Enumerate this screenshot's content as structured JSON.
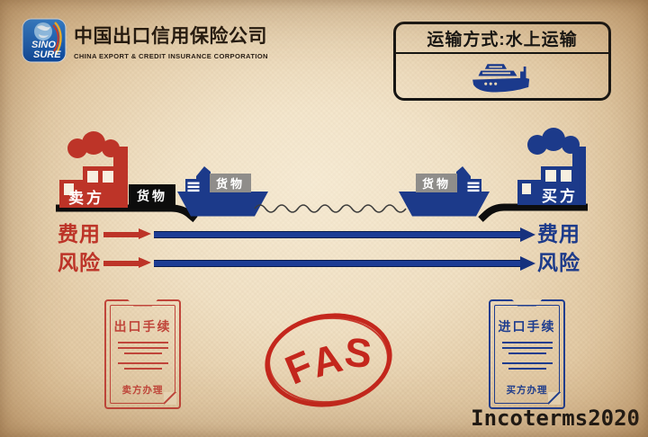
{
  "header": {
    "logo_line1": "SINO",
    "logo_line2": "SURE",
    "company_cn": "中国出口信用保险公司",
    "company_en": "CHINA EXPORT & CREDIT INSURANCE CORPORATION"
  },
  "transport_box": {
    "title": "运输方式:水上运输"
  },
  "scene": {
    "seller_label": "卖方",
    "buyer_label": "买方",
    "goods_on_dock": "货物",
    "goods_on_ship_left": "货物",
    "goods_on_ship_right": "货物"
  },
  "flows": {
    "cost_left": "费用",
    "cost_right": "费用",
    "risk_left": "风险",
    "risk_right": "风险"
  },
  "documents": {
    "export": {
      "title": "出口手续",
      "handler": "卖方办理"
    },
    "import": {
      "title": "进口手续",
      "handler": "买方办理"
    }
  },
  "stamp": {
    "letters": [
      "F",
      "A",
      "S"
    ]
  },
  "footer": {
    "brand": "Incoterms2020"
  },
  "colors": {
    "seller_red": "#bd3428",
    "buyer_navy": "#1c3a8a",
    "stamp_red": "#c4271d",
    "paper": "#e9d5b4",
    "ground_black": "#0d0d0d",
    "goods_gray": "#8f8d8a"
  }
}
